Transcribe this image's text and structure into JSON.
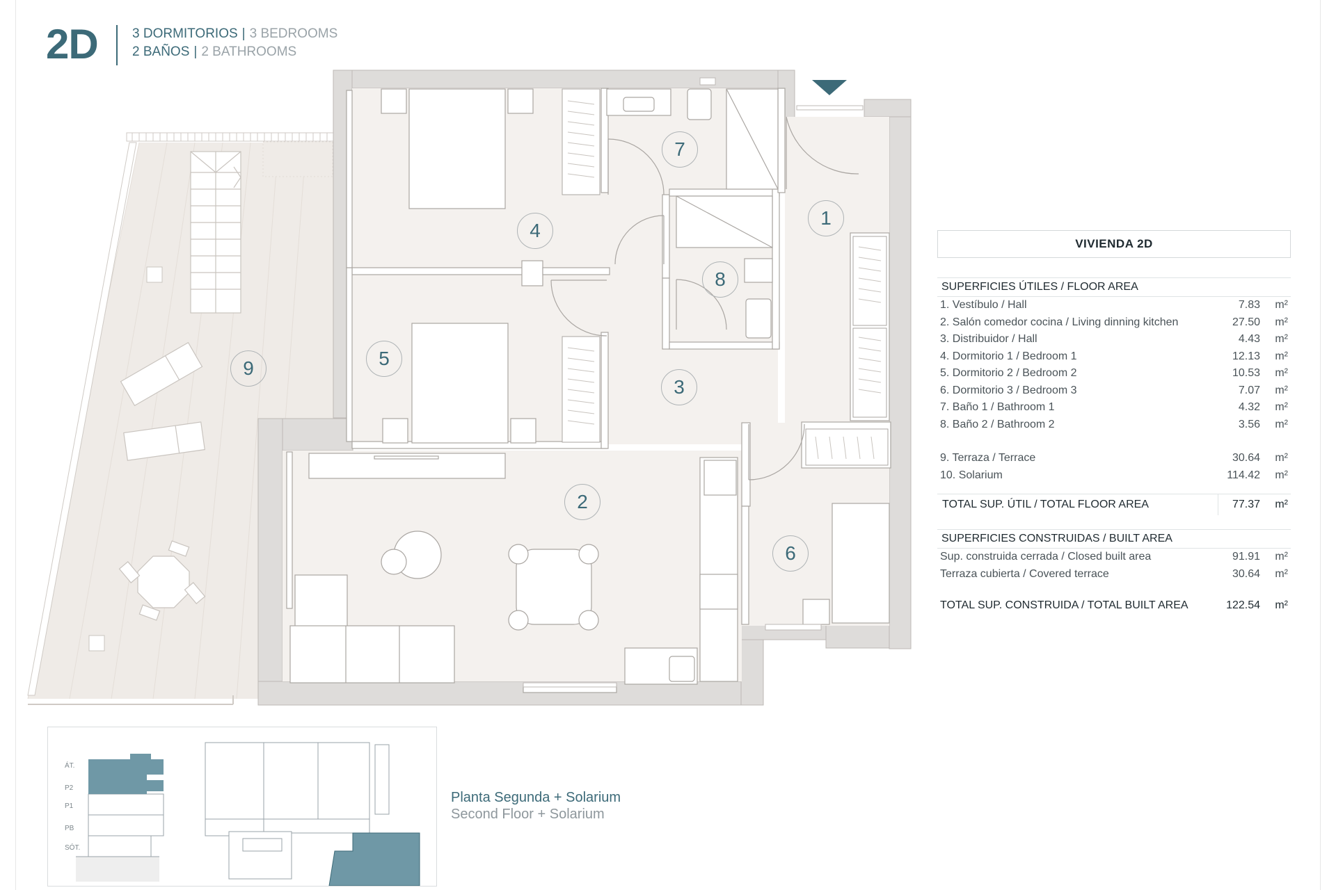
{
  "header": {
    "code": "2D",
    "line1_es": "3 DORMITORIOS",
    "line1_en": "3 BEDROOMS",
    "line2_es": "2 BAÑOS",
    "line2_en": "2 BATHROOMS",
    "separator": "|"
  },
  "plan": {
    "rooms": [
      "1",
      "2",
      "3",
      "4",
      "5",
      "6",
      "7",
      "8",
      "9"
    ]
  },
  "table": {
    "title": "VIVIENDA 2D",
    "floor_area_heading": "SUPERFICIES ÚTILES / FLOOR AREA",
    "floor_rows": [
      {
        "label": "1. Vestíbulo / Hall",
        "value": "7.83",
        "unit": "m²"
      },
      {
        "label": "2. Salón comedor cocina / Living dinning kitchen",
        "value": "27.50",
        "unit": "m²"
      },
      {
        "label": "3. Distribuidor / Hall",
        "value": "4.43",
        "unit": "m²"
      },
      {
        "label": "4. Dormitorio 1 / Bedroom 1",
        "value": "12.13",
        "unit": "m²"
      },
      {
        "label": "5. Dormitorio 2 / Bedroom 2",
        "value": "10.53",
        "unit": "m²"
      },
      {
        "label": "6. Dormitorio 3 / Bedroom 3",
        "value": "7.07",
        "unit": "m²"
      },
      {
        "label": "7. Baño 1 / Bathroom 1",
        "value": "4.32",
        "unit": "m²"
      },
      {
        "label": "8. Baño 2 / Bathroom 2",
        "value": "3.56",
        "unit": "m²"
      }
    ],
    "extra_rows": [
      {
        "label": "9. Terraza / Terrace",
        "value": "30.64",
        "unit": "m²"
      },
      {
        "label": "10. Solarium",
        "value": "114.42",
        "unit": "m²"
      }
    ],
    "total_floor": {
      "label": "TOTAL SUP. ÚTIL / TOTAL FLOOR AREA",
      "value": "77.37",
      "unit": "m²"
    },
    "built_area_heading": "SUPERFICIES CONSTRUIDAS / BUILT AREA",
    "built_rows": [
      {
        "label": "Sup. construida cerrada / Closed built area",
        "value": "91.91",
        "unit": "m²"
      },
      {
        "label": "Terraza cubierta / Covered terrace",
        "value": "30.64",
        "unit": "m²"
      }
    ],
    "total_built": {
      "label": "TOTAL SUP. CONSTRUIDA /  TOTAL BUILT AREA",
      "value": "122.54",
      "unit": "m²"
    }
  },
  "keyplan": {
    "levels": [
      "ÁT.",
      "P2",
      "P1",
      "PB",
      "SÓT."
    ],
    "title_es": "Planta Segunda + Solarium",
    "title_en": "Second Floor + Solarium",
    "highlight_color": "#6f98a6"
  },
  "colors": {
    "accent": "#3c6a78",
    "wall": "#dedcda",
    "floor": "#f4f1ee"
  }
}
